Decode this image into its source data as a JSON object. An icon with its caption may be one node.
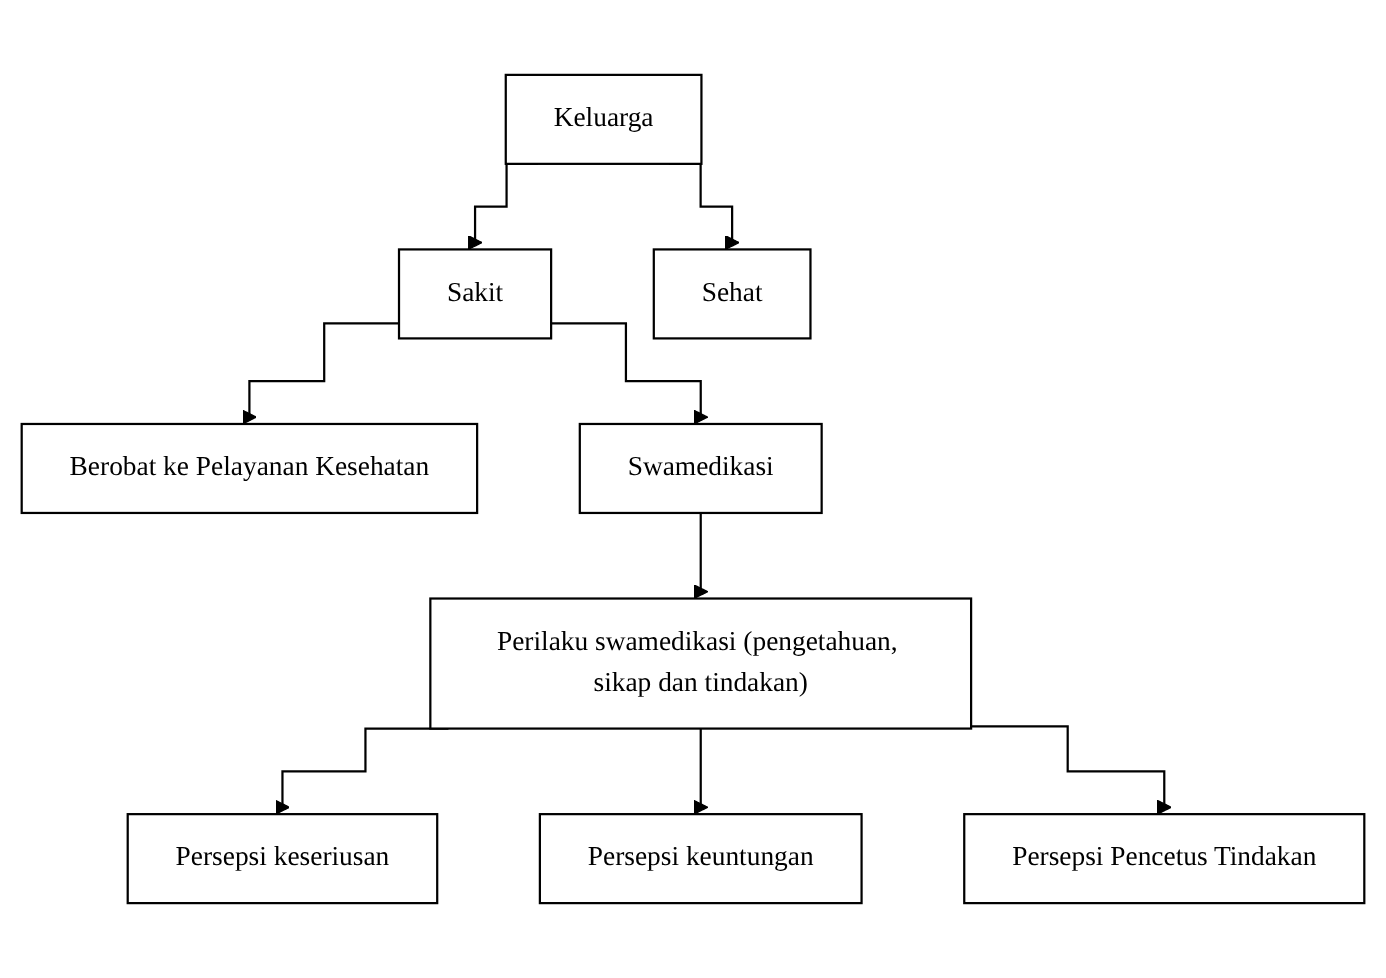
{
  "diagram": {
    "nodes": [
      {
        "text": [
          "Keluarga"
        ]
      },
      {
        "text": [
          "Sakit"
        ]
      },
      {
        "text": [
          "Sehat"
        ]
      },
      {
        "text": [
          "Berobat ke Pelayanan Kesehatan"
        ]
      },
      {
        "text": [
          "Swamedikasi"
        ]
      },
      {
        "text": [
          "Perilaku swamedikasi (pengetahuan, sikap dan tindakan)"
        ]
      },
      {
        "text": [
          "Persepsi keseriusan"
        ]
      },
      {
        "text": [
          "Persepsi keuntungan"
        ]
      },
      {
        "text": [
          "Persepsi Pencetus Tindakan"
        ]
      }
    ],
    "edges": [
      {
        "from": 0,
        "to": 1,
        "arrow": "to"
      },
      {
        "from": 0,
        "to": 2,
        "arrow": "to"
      },
      {
        "from": 1,
        "to": 3,
        "arrow": "to"
      },
      {
        "from": 1,
        "to": 4,
        "arrow": "to"
      },
      {
        "from": 4,
        "to": 5,
        "arrow": "to"
      },
      {
        "from": 5,
        "to": 6,
        "arrow": "to"
      },
      {
        "from": 5,
        "to": 7,
        "arrow": "to"
      },
      {
        "from": 5,
        "to": 8,
        "arrow": "to"
      }
    ]
  }
}
